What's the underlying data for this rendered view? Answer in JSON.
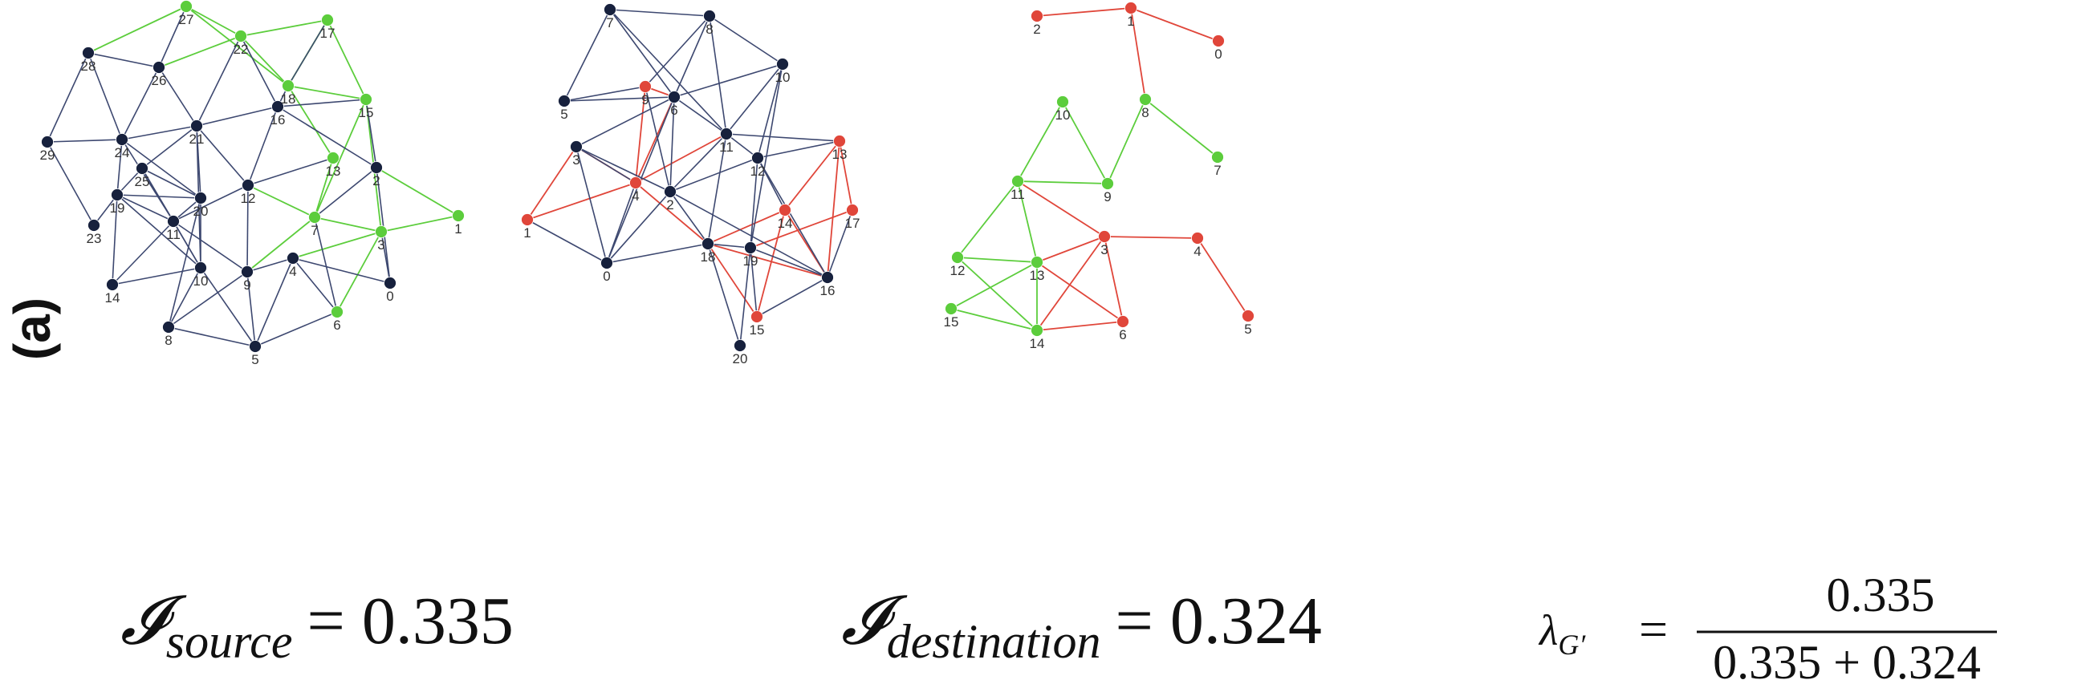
{
  "panel_label": "(a)",
  "colors": {
    "node_dark": "#17213d",
    "edge_dark": "#3d4870",
    "green": "#5ccd3c",
    "red": "#e0463a"
  },
  "graphs": [
    {
      "id": "source",
      "nodes": [
        {
          "id": "0",
          "c": "d"
        },
        {
          "id": "1",
          "c": "g"
        },
        {
          "id": "2",
          "c": "d"
        },
        {
          "id": "3",
          "c": "g"
        },
        {
          "id": "4",
          "c": "d"
        },
        {
          "id": "5",
          "c": "d"
        },
        {
          "id": "6",
          "c": "g"
        },
        {
          "id": "7",
          "c": "g"
        },
        {
          "id": "8",
          "c": "d"
        },
        {
          "id": "9",
          "c": "d"
        },
        {
          "id": "10",
          "c": "d"
        },
        {
          "id": "11",
          "c": "d"
        },
        {
          "id": "12",
          "c": "d"
        },
        {
          "id": "13",
          "c": "g"
        },
        {
          "id": "14",
          "c": "d"
        },
        {
          "id": "15",
          "c": "g"
        },
        {
          "id": "16",
          "c": "d"
        },
        {
          "id": "17",
          "c": "g"
        },
        {
          "id": "18",
          "c": "g"
        },
        {
          "id": "19",
          "c": "d"
        },
        {
          "id": "20",
          "c": "d"
        },
        {
          "id": "21",
          "c": "d"
        },
        {
          "id": "22",
          "c": "g"
        },
        {
          "id": "23",
          "c": "d"
        },
        {
          "id": "24",
          "c": "d"
        },
        {
          "id": "25",
          "c": "d"
        },
        {
          "id": "26",
          "c": "d"
        },
        {
          "id": "27",
          "c": "g"
        },
        {
          "id": "28",
          "c": "d"
        },
        {
          "id": "29",
          "c": "d"
        }
      ],
      "edges": [
        [
          "27",
          "22",
          "g"
        ],
        [
          "27",
          "28",
          "g"
        ],
        [
          "22",
          "26",
          "g"
        ],
        [
          "22",
          "17",
          "g"
        ],
        [
          "22",
          "18",
          "g"
        ],
        [
          "27",
          "18",
          "g"
        ],
        [
          "17",
          "15",
          "g"
        ],
        [
          "17",
          "18",
          "g"
        ],
        [
          "18",
          "15",
          "g"
        ],
        [
          "18",
          "13",
          "g"
        ],
        [
          "15",
          "7",
          "g"
        ],
        [
          "15",
          "3",
          "g"
        ],
        [
          "13",
          "7",
          "g"
        ],
        [
          "12",
          "7",
          "g"
        ],
        [
          "7",
          "3",
          "g"
        ],
        [
          "3",
          "1",
          "g"
        ],
        [
          "2",
          "1",
          "g"
        ],
        [
          "3",
          "6",
          "g"
        ],
        [
          "7",
          "9",
          "g"
        ],
        [
          "4",
          "3",
          "g"
        ],
        [
          "27",
          "26",
          "d"
        ],
        [
          "26",
          "28",
          "d"
        ],
        [
          "28",
          "24",
          "d"
        ],
        [
          "28",
          "29",
          "d"
        ],
        [
          "29",
          "24",
          "d"
        ],
        [
          "29",
          "23",
          "d"
        ],
        [
          "24",
          "26",
          "d"
        ],
        [
          "24",
          "21",
          "d"
        ],
        [
          "24",
          "19",
          "d"
        ],
        [
          "24",
          "20",
          "d"
        ],
        [
          "24",
          "11",
          "d"
        ],
        [
          "26",
          "21",
          "d"
        ],
        [
          "22",
          "21",
          "d"
        ],
        [
          "22",
          "16",
          "d"
        ],
        [
          "16",
          "21",
          "d"
        ],
        [
          "16",
          "18",
          "d"
        ],
        [
          "16",
          "12",
          "d"
        ],
        [
          "16",
          "15",
          "d"
        ],
        [
          "16",
          "2",
          "d"
        ],
        [
          "18",
          "17",
          "d"
        ],
        [
          "15",
          "2",
          "d"
        ],
        [
          "21",
          "25",
          "d"
        ],
        [
          "21",
          "20",
          "d"
        ],
        [
          "21",
          "10",
          "d"
        ],
        [
          "21",
          "12",
          "d"
        ],
        [
          "25",
          "19",
          "d"
        ],
        [
          "25",
          "20",
          "d"
        ],
        [
          "25",
          "11",
          "d"
        ],
        [
          "25",
          "10",
          "d"
        ],
        [
          "19",
          "20",
          "d"
        ],
        [
          "19",
          "11",
          "d"
        ],
        [
          "19",
          "14",
          "d"
        ],
        [
          "19",
          "23",
          "d"
        ],
        [
          "19",
          "10",
          "d"
        ],
        [
          "20",
          "11",
          "d"
        ],
        [
          "20",
          "10",
          "d"
        ],
        [
          "20",
          "8",
          "d"
        ],
        [
          "11",
          "10",
          "d"
        ],
        [
          "11",
          "12",
          "d"
        ],
        [
          "11",
          "14",
          "d"
        ],
        [
          "11",
          "9",
          "d"
        ],
        [
          "12",
          "13",
          "d"
        ],
        [
          "12",
          "9",
          "d"
        ],
        [
          "9",
          "4",
          "d"
        ],
        [
          "9",
          "8",
          "d"
        ],
        [
          "9",
          "5",
          "d"
        ],
        [
          "10",
          "14",
          "d"
        ],
        [
          "10",
          "5",
          "d"
        ],
        [
          "10",
          "8",
          "d"
        ],
        [
          "4",
          "5",
          "d"
        ],
        [
          "4",
          "6",
          "d"
        ],
        [
          "4",
          "0",
          "d"
        ],
        [
          "2",
          "7",
          "d"
        ],
        [
          "2",
          "0",
          "d"
        ],
        [
          "3",
          "0",
          "d"
        ],
        [
          "7",
          "6",
          "d"
        ],
        [
          "6",
          "5",
          "d"
        ],
        [
          "8",
          "5",
          "d"
        ]
      ]
    },
    {
      "id": "destination",
      "nodes": [
        {
          "id": "0",
          "c": "d"
        },
        {
          "id": "1",
          "c": "r"
        },
        {
          "id": "2",
          "c": "d"
        },
        {
          "id": "3",
          "c": "d"
        },
        {
          "id": "4",
          "c": "r"
        },
        {
          "id": "5",
          "c": "d"
        },
        {
          "id": "6",
          "c": "d"
        },
        {
          "id": "7",
          "c": "d"
        },
        {
          "id": "8",
          "c": "d"
        },
        {
          "id": "9",
          "c": "r"
        },
        {
          "id": "10",
          "c": "d"
        },
        {
          "id": "11",
          "c": "d"
        },
        {
          "id": "12",
          "c": "d"
        },
        {
          "id": "13",
          "c": "r"
        },
        {
          "id": "14",
          "c": "r"
        },
        {
          "id": "15",
          "c": "r"
        },
        {
          "id": "16",
          "c": "d"
        },
        {
          "id": "17",
          "c": "r"
        },
        {
          "id": "18",
          "c": "d"
        },
        {
          "id": "19",
          "c": "d"
        },
        {
          "id": "20",
          "c": "d"
        }
      ],
      "edges": [
        [
          "1",
          "4",
          "r"
        ],
        [
          "1",
          "3",
          "r"
        ],
        [
          "4",
          "9",
          "r"
        ],
        [
          "4",
          "6",
          "r"
        ],
        [
          "4",
          "11",
          "r"
        ],
        [
          "4",
          "18",
          "r"
        ],
        [
          "4",
          "3",
          "r"
        ],
        [
          "13",
          "14",
          "r"
        ],
        [
          "13",
          "17",
          "r"
        ],
        [
          "13",
          "16",
          "r"
        ],
        [
          "14",
          "18",
          "r"
        ],
        [
          "14",
          "15",
          "r"
        ],
        [
          "14",
          "16",
          "r"
        ],
        [
          "17",
          "19",
          "r"
        ],
        [
          "18",
          "16",
          "r"
        ],
        [
          "18",
          "15",
          "r"
        ],
        [
          "9",
          "6",
          "r"
        ],
        [
          "7",
          "8",
          "d"
        ],
        [
          "7",
          "5",
          "d"
        ],
        [
          "7",
          "6",
          "d"
        ],
        [
          "7",
          "11",
          "d"
        ],
        [
          "8",
          "9",
          "d"
        ],
        [
          "8",
          "6",
          "d"
        ],
        [
          "8",
          "10",
          "d"
        ],
        [
          "8",
          "11",
          "d"
        ],
        [
          "5",
          "6",
          "d"
        ],
        [
          "5",
          "9",
          "d"
        ],
        [
          "6",
          "11",
          "d"
        ],
        [
          "6",
          "2",
          "d"
        ],
        [
          "6",
          "10",
          "d"
        ],
        [
          "6",
          "0",
          "d"
        ],
        [
          "6",
          "3",
          "d"
        ],
        [
          "10",
          "11",
          "d"
        ],
        [
          "10",
          "12",
          "d"
        ],
        [
          "10",
          "19",
          "d"
        ],
        [
          "11",
          "12",
          "d"
        ],
        [
          "11",
          "13",
          "d"
        ],
        [
          "11",
          "18",
          "d"
        ],
        [
          "11",
          "2",
          "d"
        ],
        [
          "12",
          "13",
          "d"
        ],
        [
          "12",
          "14",
          "d"
        ],
        [
          "12",
          "2",
          "d"
        ],
        [
          "12",
          "19",
          "d"
        ],
        [
          "12",
          "16",
          "d"
        ],
        [
          "3",
          "4",
          "d"
        ],
        [
          "3",
          "0",
          "d"
        ],
        [
          "3",
          "2",
          "d"
        ],
        [
          "1",
          "0",
          "d"
        ],
        [
          "0",
          "4",
          "d"
        ],
        [
          "0",
          "2",
          "d"
        ],
        [
          "0",
          "18",
          "d"
        ],
        [
          "2",
          "18",
          "d"
        ],
        [
          "2",
          "16",
          "d"
        ],
        [
          "18",
          "19",
          "d"
        ],
        [
          "18",
          "20",
          "d"
        ],
        [
          "19",
          "16",
          "d"
        ],
        [
          "19",
          "20",
          "d"
        ],
        [
          "17",
          "16",
          "d"
        ],
        [
          "16",
          "15",
          "d"
        ],
        [
          "15",
          "19",
          "d"
        ],
        [
          "2",
          "9",
          "d"
        ]
      ]
    },
    {
      "id": "merged",
      "nodes": [
        {
          "id": "0",
          "c": "r"
        },
        {
          "id": "1",
          "c": "r"
        },
        {
          "id": "2",
          "c": "r"
        },
        {
          "id": "3",
          "c": "r"
        },
        {
          "id": "4",
          "c": "r"
        },
        {
          "id": "5",
          "c": "r"
        },
        {
          "id": "6",
          "c": "r"
        },
        {
          "id": "7",
          "c": "g"
        },
        {
          "id": "8",
          "c": "g"
        },
        {
          "id": "9",
          "c": "g"
        },
        {
          "id": "10",
          "c": "g"
        },
        {
          "id": "11",
          "c": "g"
        },
        {
          "id": "12",
          "c": "g"
        },
        {
          "id": "13",
          "c": "g"
        },
        {
          "id": "14",
          "c": "g"
        },
        {
          "id": "15",
          "c": "g"
        }
      ],
      "edges": [
        [
          "2",
          "1",
          "r"
        ],
        [
          "1",
          "0",
          "r"
        ],
        [
          "1",
          "8",
          "r"
        ],
        [
          "11",
          "3",
          "r"
        ],
        [
          "3",
          "4",
          "r"
        ],
        [
          "4",
          "5",
          "r"
        ],
        [
          "3",
          "13",
          "r"
        ],
        [
          "3",
          "6",
          "r"
        ],
        [
          "3",
          "14",
          "r"
        ],
        [
          "13",
          "6",
          "r"
        ],
        [
          "14",
          "6",
          "r"
        ],
        [
          "8",
          "7",
          "g"
        ],
        [
          "8",
          "9",
          "g"
        ],
        [
          "10",
          "9",
          "g"
        ],
        [
          "10",
          "11",
          "g"
        ],
        [
          "11",
          "9",
          "g"
        ],
        [
          "11",
          "12",
          "g"
        ],
        [
          "11",
          "13",
          "g"
        ],
        [
          "12",
          "13",
          "g"
        ],
        [
          "12",
          "14",
          "g"
        ],
        [
          "13",
          "15",
          "g"
        ],
        [
          "15",
          "14",
          "g"
        ],
        [
          "13",
          "14",
          "g"
        ]
      ]
    }
  ],
  "formulas": {
    "source": {
      "symbol": "𝓘",
      "subscript": "source",
      "rhs": "= 0.335"
    },
    "destination": {
      "symbol": "𝓘",
      "subscript": "destination",
      "rhs": "= 0.324"
    },
    "lambda": {
      "lhs": "λ",
      "sub": "G′",
      "eq": "=",
      "numerator": "0.335",
      "denominator": "0.335 + 0.324"
    }
  }
}
